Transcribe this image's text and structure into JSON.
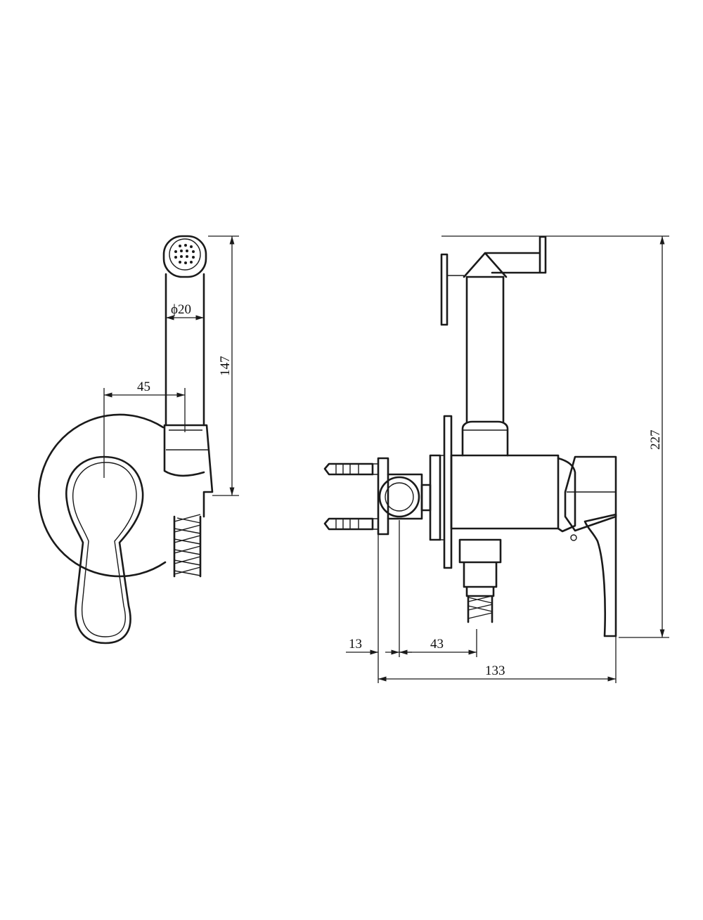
{
  "front_view": {
    "dimensions": {
      "diameter": "ϕ20",
      "height": "147",
      "offset": "45"
    }
  },
  "side_view": {
    "dimensions": {
      "total_height": "227",
      "wall_depth": "13",
      "holder_depth": "43",
      "total_depth": "133"
    }
  },
  "colors": {
    "line": "#1a1a1a",
    "background": "#ffffff"
  }
}
